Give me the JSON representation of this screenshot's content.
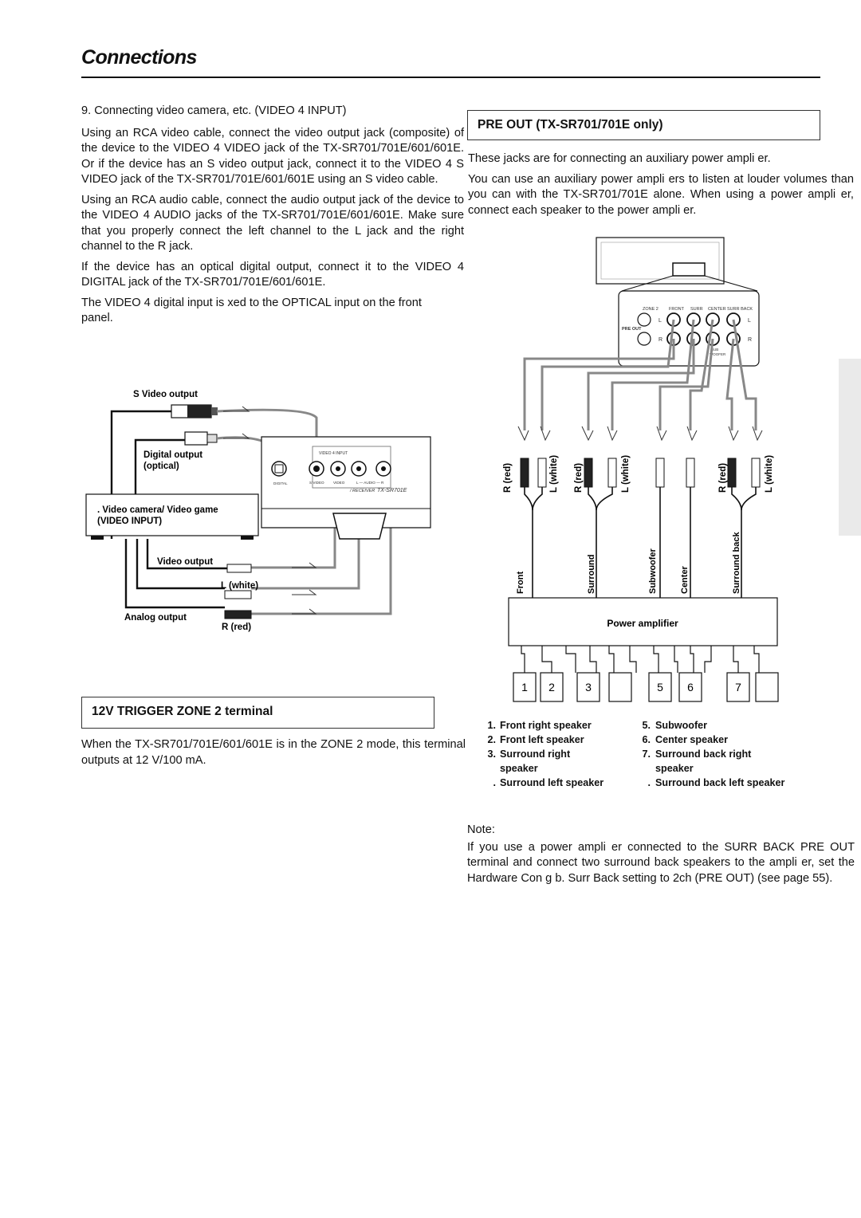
{
  "page": {
    "title": "Connections"
  },
  "left_column": {
    "item_heading": "9.  Connecting video camera, etc. (VIDEO 4 INPUT)",
    "paragraphs": [
      "Using an RCA video cable, connect the video output jack (composite) of the device to the VIDEO 4 VIDEO jack of the TX-SR701/701E/601/601E. Or if the device has an S video output jack, connect it to the VIDEO 4 S VIDEO jack of the TX-SR701/701E/601/601E using an S video cable.",
      "Using an RCA audio cable, connect the audio output jack of the device to the VIDEO 4 AUDIO jacks of the TX-SR701/701E/601/601E. Make sure that you properly connect the left channel to the L jack and the right channel to the R jack.",
      "If the device has an optical digital output, connect it to the VIDEO 4 DIGITAL jack of the TX-SR701/701E/601/601E.",
      "The VIDEO 4 digital input is  xed to the OPTICAL input on the front panel."
    ]
  },
  "video_diagram": {
    "s_video_output": "S Video output",
    "digital_output_1": "Digital output",
    "digital_output_2": "(optical)",
    "device_line1": ". Video camera/ Video game",
    "device_line2": "(VIDEO    INPUT)",
    "video_output": "Video output",
    "l_white": "L (white)",
    "analog_output": "Analog output",
    "r_red": "R (red)",
    "panel_header": "VIDEO 4 INPUT",
    "jack_digital": "DIGITAL",
    "jack_svideo": "S VIDEO",
    "jack_video": "VIDEO",
    "jack_audio": "L — AUDIO — R",
    "receiver_label": "/ RECEIVER",
    "model_label": "TX-SR701E"
  },
  "trigger_section": {
    "title": "12V TRIGGER ZONE 2 terminal",
    "text": "When the TX-SR701/701E/601/601E is in the ZONE 2 mode, this terminal outputs at 12 V/100 mA."
  },
  "pre_out_section": {
    "title": "PRE OUT (TX-SR701/701E only)",
    "paragraphs": [
      "These jacks are for connecting an auxiliary power ampli er.",
      "You can use an auxiliary power ampli ers to listen at louder volumes than you can with the TX-SR701/701E alone. When using a power ampli er, connect each speaker to the power ampli er."
    ]
  },
  "preout_diagram": {
    "zone2": "ZONE 2",
    "front": "FRONT",
    "surr": "SURR",
    "center": "CENTER",
    "surr_back": "SURR BACK",
    "pre_out": "PRE OUT",
    "l": "L",
    "r": "R",
    "sub": "SUB",
    "woofer": "WOOFER",
    "plug_labels": [
      "R (red)",
      "L (white)",
      "R (red)",
      "L (white)",
      "R (red)",
      "L (white)"
    ],
    "channel_labels": [
      "Front",
      "Surround",
      "Subwoofer",
      "Center",
      "Surround back"
    ],
    "amp_label": "Power amplifier",
    "speaker_numbers": [
      "1",
      "2",
      "3",
      "",
      "5",
      "6",
      "7",
      ""
    ]
  },
  "legend": {
    "left": [
      {
        "num": "1.",
        "text": "Front right speaker"
      },
      {
        "num": "2.",
        "text": "Front left speaker"
      },
      {
        "num": "3.",
        "text": "Surround right"
      },
      {
        "num": "",
        "text": "speaker"
      },
      {
        "num": ".",
        "text": "Surround left speaker"
      }
    ],
    "right": [
      {
        "num": "5.",
        "text": "Subwoofer"
      },
      {
        "num": "6.",
        "text": "Center speaker"
      },
      {
        "num": "7.",
        "text": "Surround back right"
      },
      {
        "num": "",
        "text": "speaker"
      },
      {
        "num": ".",
        "text": "Surround back left speaker"
      }
    ]
  },
  "note": {
    "heading": "Note:",
    "text": "If you use a power ampli er connected to the SURR BACK PRE OUT terminal and connect two surround back speakers to the ampli er, set the  Hardware Con g      b. Surr Back  setting to  2ch (PRE OUT)  (see page 55)."
  }
}
